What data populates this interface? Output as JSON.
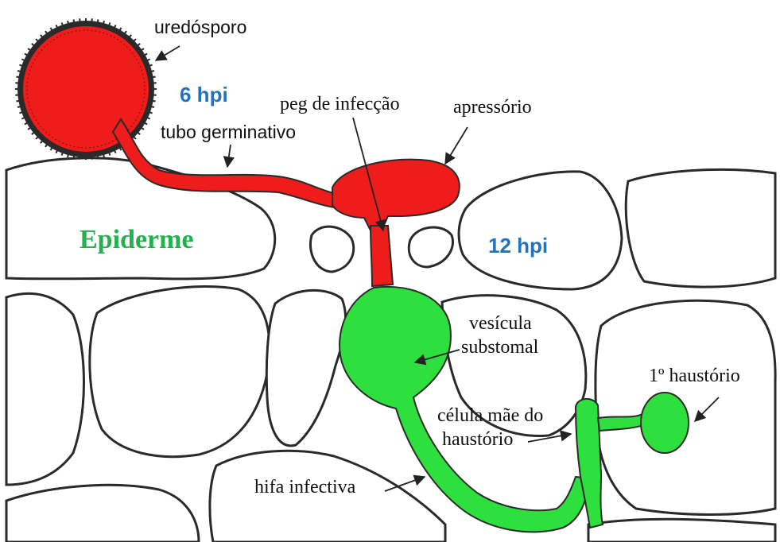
{
  "colors": {
    "fungus_red": "#ef1c1c",
    "fungus_green": "#2ee03e",
    "outline": "#2a2a2a",
    "time_label": "#2272bf",
    "tissue_label": "#22b14c"
  },
  "time_labels": {
    "early": "6 hpi",
    "late": "12 hpi"
  },
  "tissue_label": "Epiderme",
  "labels": {
    "urediniospore": "uredósporo",
    "germ_tube": "tubo germinativo",
    "infection_peg": "peg de infecção",
    "appressorium": "apressório",
    "substomatal_vesicle_line1": "vesícula",
    "substomatal_vesicle_line2": "substomal",
    "haustorial_mother_cell_line1": "célula mãe do",
    "haustorial_mother_cell_line2": "haustório",
    "infection_hypha": "hifa infectiva",
    "first_haustorium": "1º haustório"
  }
}
